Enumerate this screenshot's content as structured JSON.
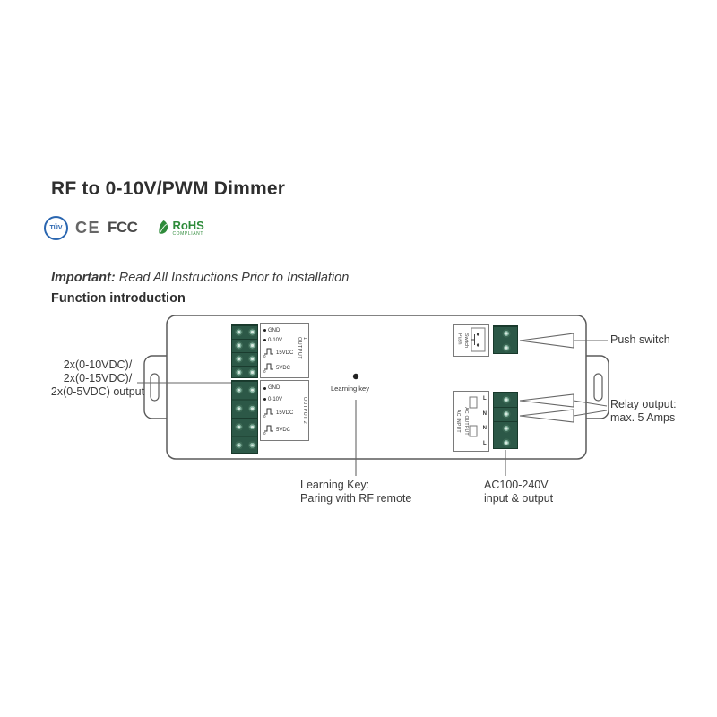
{
  "header": {
    "title": "RF to 0-10V/PWM Dimmer",
    "important_label": "Important:",
    "important_text": " Read All Instructions Prior to Installation",
    "section_title": "Function introduction"
  },
  "certifications": {
    "tuv": "TÜV",
    "ce": "CE",
    "fcc": "FCC",
    "rohs": "RoHS",
    "rohs_sub": "COMPLIANT"
  },
  "device": {
    "output1": {
      "label": "OUTPUT 1",
      "rows": [
        {
          "label": "GND"
        },
        {
          "label": "0-10V"
        },
        {
          "label": "15VDC",
          "zero": "0"
        },
        {
          "label": "5VDC",
          "zero": "0"
        }
      ]
    },
    "output2": {
      "label": "OUTPUT 2",
      "rows": [
        {
          "label": "GND"
        },
        {
          "label": "0-10V"
        },
        {
          "label": "15VDC",
          "zero": "0"
        },
        {
          "label": "5VDC",
          "zero": "0"
        }
      ]
    },
    "learning_key": "Learning key",
    "push_switch": "Push\nSwitch",
    "ac_input": "AC INPUT",
    "ac_output": "AC OUTPUT",
    "relay_letters": [
      "L",
      "N",
      "N",
      "L"
    ]
  },
  "callouts": {
    "outputs": "2x(0-10VDC)/\n2x(0-15VDC)/\n2x(0-5VDC) output",
    "push_switch": "Push switch",
    "relay_output": "Relay output:\nmax. 5 Amps",
    "learning_key": "Learning Key:\nParing with RF remote",
    "ac_power": "AC100-240V\ninput & output"
  },
  "colors": {
    "tuv_blue": "#2a66b0",
    "rohs_green": "#2e8b3a",
    "terminal_green": "#2c5847",
    "line_gray": "#666666"
  }
}
